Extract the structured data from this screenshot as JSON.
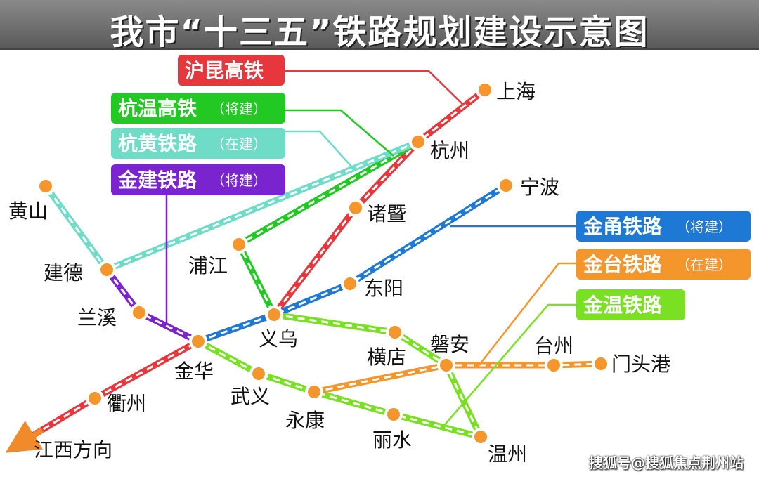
{
  "title": "我市“十三五”铁路规划建设示意图",
  "watermark": "搜狐号@搜狐焦点荆州站",
  "legend": [
    {
      "id": "hk",
      "name": "沪昆高铁",
      "status": "",
      "color": "#e8373c"
    },
    {
      "id": "hw",
      "name": "杭温高铁",
      "status": "（将建）",
      "color": "#22c922"
    },
    {
      "id": "hh",
      "name": "杭黄铁路",
      "status": "（在建）",
      "color": "#6fdcc8"
    },
    {
      "id": "jj",
      "name": "金建铁路",
      "status": "（将建）",
      "color": "#7a24d0"
    },
    {
      "id": "jy",
      "name": "金甬铁路",
      "status": "（将建）",
      "color": "#1d78d6"
    },
    {
      "id": "jt",
      "name": "金台铁路",
      "status": "（在建）",
      "color": "#f4962c"
    },
    {
      "id": "jw",
      "name": "金温铁路",
      "status": "",
      "color": "#79e024"
    }
  ],
  "cities": {
    "shanghai": "上海",
    "hangzhou": "杭州",
    "ningbo": "宁波",
    "zhuji": "诸暨",
    "huangshan": "黄山",
    "jiande": "建德",
    "pujiang": "浦江",
    "dongyang": "东阳",
    "lanxi": "兰溪",
    "yiwu": "义乌",
    "jinhua": "金华",
    "hengdian": "横店",
    "panan": "磐安",
    "taizhou": "台州",
    "mentougang": "门头港",
    "wuyi": "武义",
    "yongkang": "永康",
    "quzhou": "衢州",
    "lishui": "丽水",
    "wenzhou": "温州",
    "jiangxi": "江西方向"
  }
}
